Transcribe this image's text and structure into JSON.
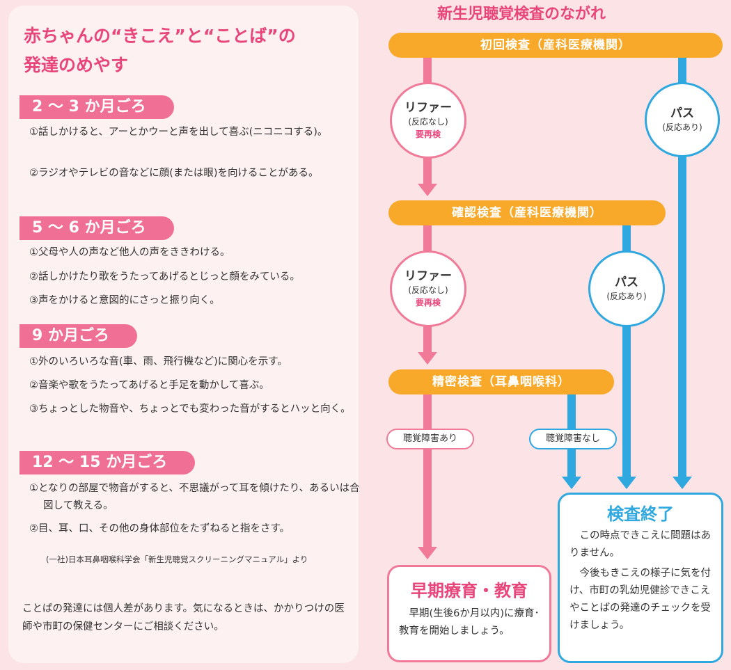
{
  "left": {
    "title_line1": "赤ちゃんの“きこえ”と“ことば”の",
    "title_line2": "発達のめやす",
    "sections": [
      {
        "age": "2 ～ 3 か月ごろ",
        "items": [
          "①話しかけると、アーとかウーと声を出して喜ぶ(ニコニコする)。",
          "②ラジオやテレビの音などに顔(または眼)を向けることがある。"
        ]
      },
      {
        "age": "5 ～ 6 か月ごろ",
        "items": [
          "①父母や人の声など他人の声をききわける。",
          "②話しかけたり歌をうたってあげるとじっと顔をみている。",
          "③声をかけると意図的にさっと振り向く。"
        ]
      },
      {
        "age": "9 か月ごろ",
        "items": [
          "①外のいろいろな音(車、雨、飛行機など)に関心を示す。",
          "②音楽や歌をうたってあげると手足を動かして喜ぶ。",
          "③ちょっとした物音や、ちょっとでも変わった音がするとハッと向く。"
        ]
      },
      {
        "age": "12 ～ 15 か月ごろ",
        "items": [
          "①となりの部屋で物音がすると、不思議がって耳を傾けたり、あるいは合図して教える。",
          "②目、耳、口、その他の身体部位をたずねると指をさす。"
        ]
      }
    ],
    "source": "(一社)日本耳鼻咽喉科学会「新生児聴覚スクリーニングマニュアル」より",
    "note": "ことばの発達には個人差があります。気になるときは、かかりつけの医師や市町の保健センターにご相談ください。"
  },
  "flow": {
    "title": "新生児聴覚検査のながれ",
    "step1": "初回検査（産科医療機関）",
    "step2": "確認検査（産科医療機関）",
    "step3": "精密検査（耳鼻咽喉科）",
    "refer": {
      "main": "リファー",
      "sub": "(反応なし)",
      "warn": "要再検"
    },
    "pass": {
      "main": "パス",
      "sub": "(反応あり)"
    },
    "hearing_impaired": "聴覚障害あり",
    "hearing_normal": "聴覚障害なし",
    "early_title": "早期療育・教育",
    "early_text": "早期(生後6か月以内)に療育･教育を開始しましょう。",
    "end_title": "検査終了",
    "end_text1": "この時点できこえに問題はありません。",
    "end_text2": "今後もきこえの様子に気を付け、市町の乳幼児健診できこえやことばの発達のチェックを受けましょう。"
  },
  "colors": {
    "pink": "#e8457a",
    "badge_pink": "#f06f94",
    "orange": "#f9a92a",
    "blue": "#2fa8e0",
    "background": "#fbe3e6"
  }
}
